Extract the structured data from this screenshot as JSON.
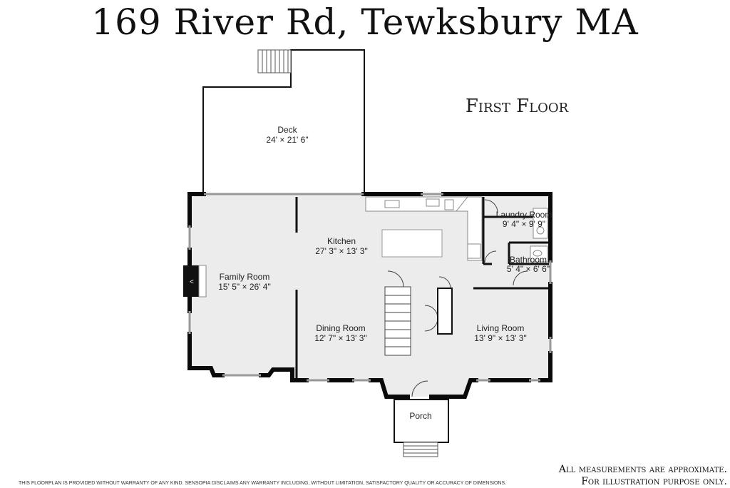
{
  "title": "169 River Rd, Tewksbury MA",
  "floor_label": "First Floor",
  "rooms": [
    {
      "name": "Deck",
      "dimensions": "24' × 21' 6\""
    },
    {
      "name": "Kitchen",
      "dimensions": "27' 3\" × 13' 3\""
    },
    {
      "name": "Laundry Room",
      "dimensions": "9' 4\" × 9' 9\""
    },
    {
      "name": "Bathroom",
      "dimensions": "5' 4\" × 6' 6\""
    },
    {
      "name": "Family Room",
      "dimensions": "15' 5\" × 26' 4\""
    },
    {
      "name": "Dining Room",
      "dimensions": "12' 7\" × 13' 3\""
    },
    {
      "name": "Living Room",
      "dimensions": "13' 9\" × 13' 3\""
    },
    {
      "name": "Porch",
      "dimensions": ""
    }
  ],
  "disclaimer": "THIS FLOORPLAN IS PROVIDED WITHOUT WARRANTY OF ANY KIND. SENSOPIA DISCLAIMS ANY WARRANTY INCLUDING, WITHOUT LIMITATION, SATISFACTORY QUALITY OR ACCURACY OF DIMENSIONS.",
  "measurement_note": {
    "line1": "All measurements are approximate.",
    "line2": "For illustration purpose only."
  }
}
